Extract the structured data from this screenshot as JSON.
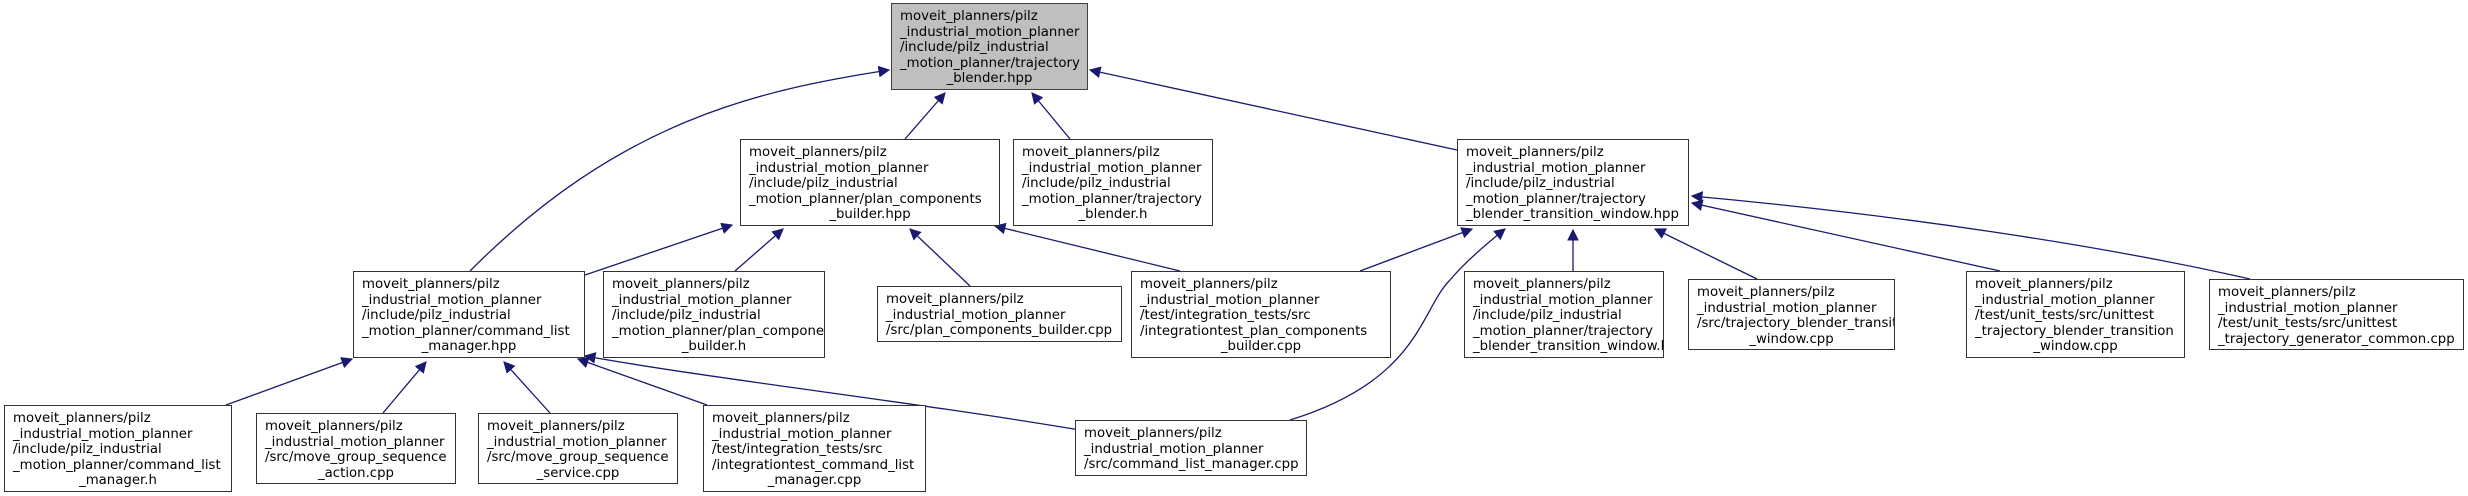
{
  "diagram": {
    "type": "include-dependency-graph",
    "edge_color": "#191970",
    "root_fill": "#bfbfbf",
    "node_fill": "#ffffff",
    "nodes": [
      {
        "id": "n0",
        "root": true,
        "lines": [
          "moveit_planners/pilz",
          "_industrial_motion_planner",
          "/include/pilz_industrial",
          "_motion_planner/trajectory",
          "_blender.hpp"
        ],
        "center_last": true
      },
      {
        "id": "n1",
        "lines": [
          "moveit_planners/pilz",
          "_industrial_motion_planner",
          "/include/pilz_industrial",
          "_motion_planner/plan_components",
          "_builder.hpp"
        ],
        "center_last": true
      },
      {
        "id": "n2",
        "lines": [
          "moveit_planners/pilz",
          "_industrial_motion_planner",
          "/include/pilz_industrial",
          "_motion_planner/trajectory",
          "_blender.h"
        ],
        "center_last": true
      },
      {
        "id": "n3",
        "lines": [
          "moveit_planners/pilz",
          "_industrial_motion_planner",
          "/include/pilz_industrial",
          "_motion_planner/trajectory",
          "_blender_transition_window.hpp"
        ],
        "center_last": false
      },
      {
        "id": "n4",
        "lines": [
          "moveit_planners/pilz",
          "_industrial_motion_planner",
          "/include/pilz_industrial",
          "_motion_planner/command_list",
          "_manager.hpp"
        ],
        "center_last": true
      },
      {
        "id": "n5",
        "lines": [
          "moveit_planners/pilz",
          "_industrial_motion_planner",
          "/include/pilz_industrial",
          "_motion_planner/plan_components",
          "_builder.h"
        ],
        "center_last": true
      },
      {
        "id": "n6",
        "lines": [
          "moveit_planners/pilz",
          "_industrial_motion_planner",
          "/src/plan_components_builder.cpp"
        ],
        "center_last": false
      },
      {
        "id": "n7",
        "lines": [
          "moveit_planners/pilz",
          "_industrial_motion_planner",
          "/test/integration_tests/src",
          "/integrationtest_plan_components",
          "_builder.cpp"
        ],
        "center_last": true
      },
      {
        "id": "n8",
        "lines": [
          "moveit_planners/pilz",
          "_industrial_motion_planner",
          "/include/pilz_industrial",
          "_motion_planner/trajectory",
          "_blender_transition_window.h"
        ],
        "center_last": false
      },
      {
        "id": "n9",
        "lines": [
          "moveit_planners/pilz",
          "_industrial_motion_planner",
          "/src/trajectory_blender_transition",
          "_window.cpp"
        ],
        "center_last": true
      },
      {
        "id": "n10",
        "lines": [
          "moveit_planners/pilz",
          "_industrial_motion_planner",
          "/test/unit_tests/src/unittest",
          "_trajectory_blender_transition",
          "_window.cpp"
        ],
        "center_last": true
      },
      {
        "id": "n11",
        "lines": [
          "moveit_planners/pilz",
          "_industrial_motion_planner",
          "/test/unit_tests/src/unittest",
          "_trajectory_generator_common.cpp"
        ],
        "center_last": false
      },
      {
        "id": "n12",
        "lines": [
          "moveit_planners/pilz",
          "_industrial_motion_planner",
          "/include/pilz_industrial",
          "_motion_planner/command_list",
          "_manager.h"
        ],
        "center_last": true
      },
      {
        "id": "n13",
        "lines": [
          "moveit_planners/pilz",
          "_industrial_motion_planner",
          "/src/move_group_sequence",
          "_action.cpp"
        ],
        "center_last": true
      },
      {
        "id": "n14",
        "lines": [
          "moveit_planners/pilz",
          "_industrial_motion_planner",
          "/src/move_group_sequence",
          "_service.cpp"
        ],
        "center_last": true
      },
      {
        "id": "n15",
        "lines": [
          "moveit_planners/pilz",
          "_industrial_motion_planner",
          "/test/integration_tests/src",
          "/integrationtest_command_list",
          "_manager.cpp"
        ],
        "center_last": true
      },
      {
        "id": "n16",
        "lines": [
          "moveit_planners/pilz",
          "_industrial_motion_planner",
          "/src/command_list_manager.cpp"
        ],
        "center_last": false
      }
    ],
    "edges": [
      {
        "from": "n1",
        "to": "n0"
      },
      {
        "from": "n2",
        "to": "n0"
      },
      {
        "from": "n3",
        "to": "n0"
      },
      {
        "from": "n4",
        "to": "n0"
      },
      {
        "from": "n4",
        "to": "n1"
      },
      {
        "from": "n5",
        "to": "n1"
      },
      {
        "from": "n6",
        "to": "n1"
      },
      {
        "from": "n7",
        "to": "n1"
      },
      {
        "from": "n7",
        "to": "n3"
      },
      {
        "from": "n8",
        "to": "n3"
      },
      {
        "from": "n9",
        "to": "n3"
      },
      {
        "from": "n10",
        "to": "n3"
      },
      {
        "from": "n11",
        "to": "n3"
      },
      {
        "from": "n16",
        "to": "n3"
      },
      {
        "from": "n12",
        "to": "n4"
      },
      {
        "from": "n13",
        "to": "n4"
      },
      {
        "from": "n14",
        "to": "n4"
      },
      {
        "from": "n15",
        "to": "n4"
      },
      {
        "from": "n16",
        "to": "n4"
      }
    ]
  }
}
